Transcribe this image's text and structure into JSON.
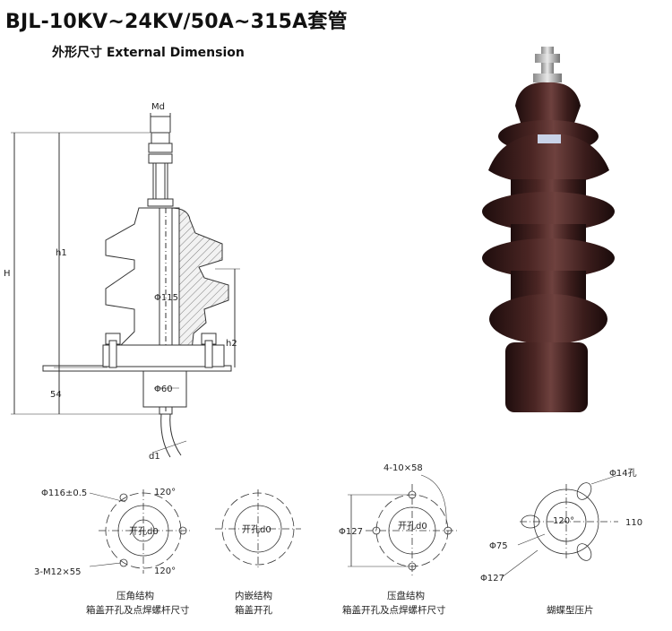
{
  "header": {
    "title": "BJL-10KV~24KV/50A~315A套管",
    "subtitle": "外形尺寸 External Dimension"
  },
  "main_drawing": {
    "labels": {
      "md": "Md",
      "h1": "h1",
      "H": "H",
      "h2": "h2",
      "d115": "Φ115",
      "d60": "Φ60",
      "d54": "54",
      "d1": "d1"
    }
  },
  "detail_views": [
    {
      "dia": "Φ116±0.5",
      "angle_top": "120°",
      "angle_bottom": "120°",
      "screws": "3-M12×55",
      "hole": "开孔d0",
      "caption_line1": "压角结构",
      "caption_line2": "箱盖开孔及点焊螺杆尺寸"
    },
    {
      "hole": "开孔d0",
      "caption_line1": "内嵌结构",
      "caption_line2": "箱盖开孔"
    },
    {
      "holes": "4-10×58",
      "dia": "Φ127",
      "hole": "开孔d0",
      "caption_line1": "压盘结构",
      "caption_line2": "箱盖开孔及点焊螺杆尺寸"
    },
    {
      "hole14": "Φ14孔",
      "angle": "120°",
      "dim110": "110",
      "dia75": "Φ75",
      "dia127": "Φ127",
      "caption_line1": "蝴蝶型压片"
    }
  ],
  "colors": {
    "porcelain": "#3a1d1d",
    "porcelain_highlight": "#7a4a48",
    "line": "#333333"
  }
}
